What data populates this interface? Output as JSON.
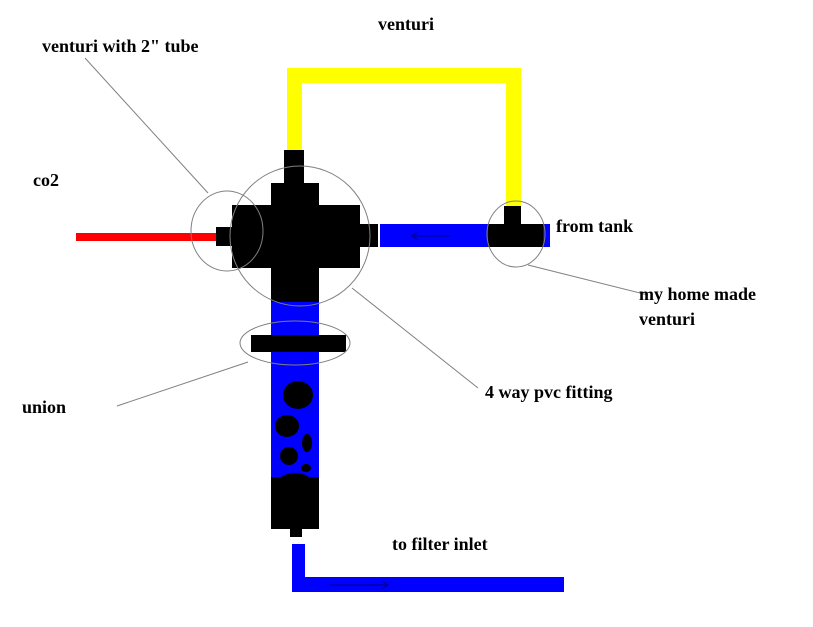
{
  "labels": {
    "venturi_top": "venturi",
    "venturi_tube": "venturi with 2\" tube",
    "co2": "co2",
    "from_tank": "from tank",
    "home_made_line1": "my home made",
    "home_made_line2": "venturi",
    "fitting": "4 way pvc fitting",
    "union": "union",
    "filter_inlet": "to filter inlet"
  },
  "colors": {
    "pvc": "#000000",
    "water_pipe": "#0000ff",
    "venturi_loop": "#ffff00",
    "co2_line": "#ff0000",
    "outline": "#808080"
  }
}
